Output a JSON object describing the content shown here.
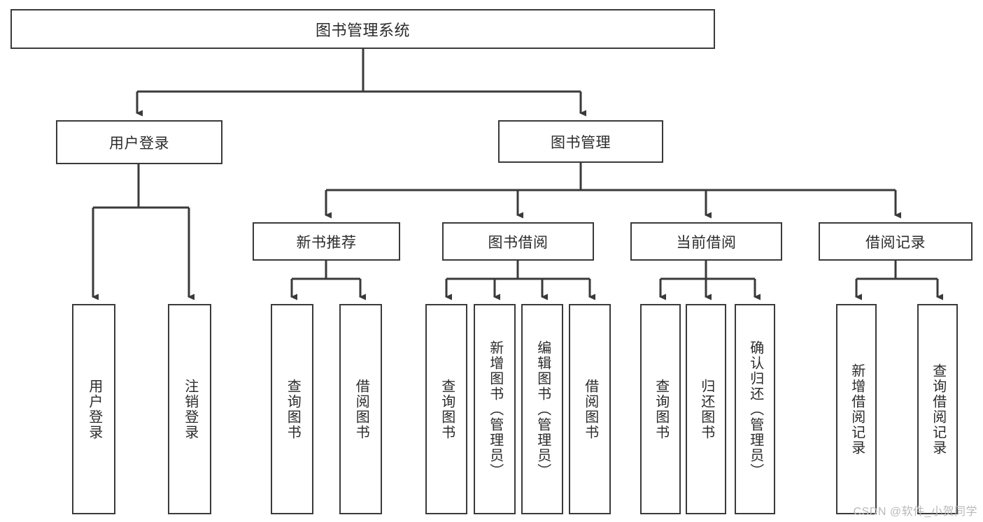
{
  "diagram": {
    "type": "tree",
    "title": "图书管理系统",
    "watermark": "CSDN @软件_小贺同学",
    "colors": {
      "box_border": "#3a3a3a",
      "box_fill": "#ffffff",
      "connector": "#3a3a3a",
      "text": "#2b2b2b",
      "watermark": "#b9b9b9"
    },
    "root": {
      "label": "图书管理系统"
    },
    "level2": [
      {
        "label": "用户登录"
      },
      {
        "label": "图书管理"
      }
    ],
    "level3": [
      {
        "label": "新书推荐"
      },
      {
        "label": "图书借阅"
      },
      {
        "label": "当前借阅"
      },
      {
        "label": "借阅记录"
      }
    ],
    "leaves": {
      "user_login": [
        {
          "label": "用户登录"
        },
        {
          "label": "注销登录"
        }
      ],
      "new_book_recommend": [
        {
          "label": "查询图书"
        },
        {
          "label": "借阅图书"
        }
      ],
      "book_borrow": [
        {
          "label": "查询图书"
        },
        {
          "label": "新增图书（管理员）"
        },
        {
          "label": "编辑图书（管理员）"
        },
        {
          "label": "借阅图书"
        }
      ],
      "current_borrow": [
        {
          "label": "查询图书"
        },
        {
          "label": "归还图书"
        },
        {
          "label": "确认归还（管理员）"
        }
      ],
      "borrow_record": [
        {
          "label": "新增借阅记录"
        },
        {
          "label": "查询借阅记录"
        }
      ]
    }
  }
}
